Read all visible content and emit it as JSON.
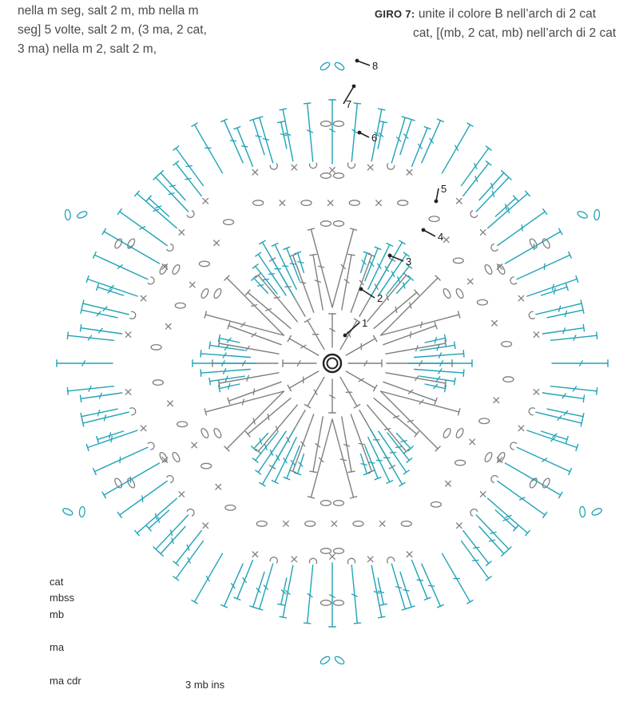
{
  "instructions": {
    "left_lines": [
      "nella m seg, salt 2 m, mb nella m",
      "seg] 5 volte, salt 2 m, (3 ma, 2 cat,",
      "3 ma) nella m 2, salt 2 m,"
    ],
    "right_label": "GIRO 7:",
    "right_line_1": "unite il colore B nell’arch di 2 cat",
    "right_line_2": "cat, [(mb, 2 cat, mb) nell’arch di 2 cat"
  },
  "round_numbers": [
    "1",
    "2",
    "3",
    "4",
    "5",
    "6",
    "7",
    "8"
  ],
  "legend": [
    "cat",
    "mbss",
    "mb",
    "ma",
    "ma cdr",
    "3 mb ins"
  ],
  "colors": {
    "teal": "#1fa3b5",
    "gray": "#7f7f7f",
    "dark": "#222222",
    "text": "#4a4a4a"
  }
}
